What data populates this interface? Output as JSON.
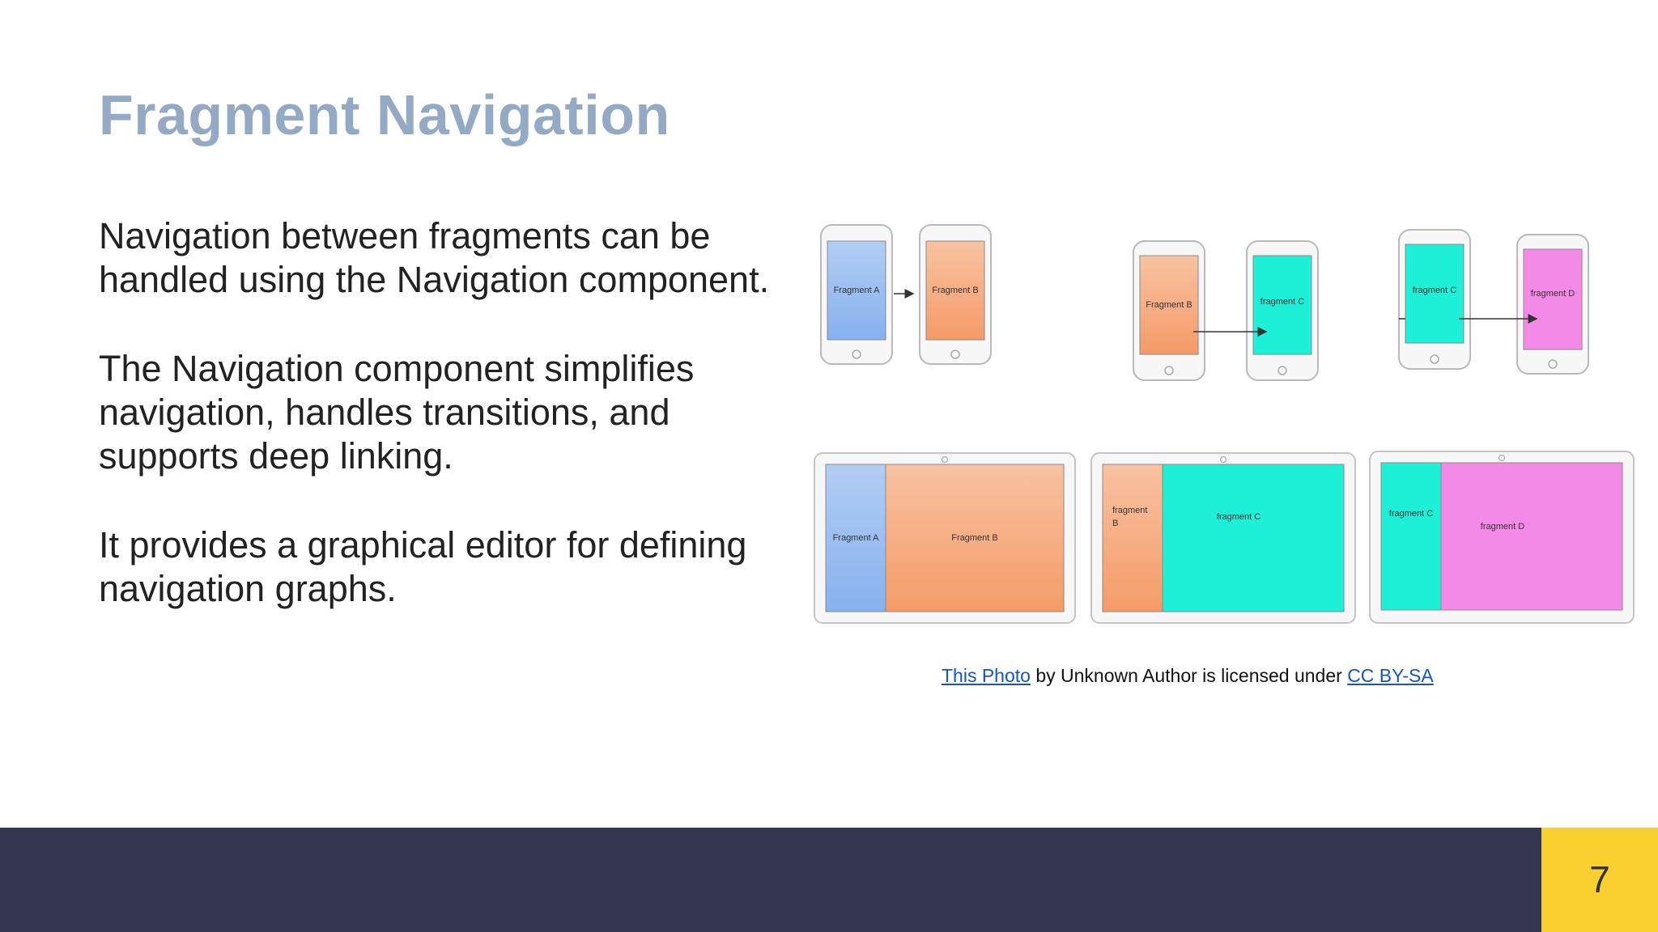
{
  "slide": {
    "title": "Fragment Navigation",
    "paragraphs": [
      "Navigation between fragments can be handled using the Navigation component.",
      "The Navigation component simplifies navigation, handles transitions, and supports deep linking.",
      "It provides a graphical editor for defining navigation graphs."
    ],
    "page_number": "7"
  },
  "figure": {
    "labels": {
      "fragment_a": "Fragment A",
      "fragment_b": "Fragment B",
      "fragment_c": "fragment C",
      "fragment_d": "fragment D",
      "fragment_b_split_1": "fragment",
      "fragment_b_split_2": "B"
    },
    "colors": {
      "fragment_a": "#8fb8f0",
      "fragment_b": "#f6a679",
      "fragment_c": "#1ef0d8",
      "fragment_d": "#f589e8"
    }
  },
  "attribution": {
    "photo_link": "This Photo",
    "middle_text": " by Unknown Author is licensed under ",
    "license_link": "CC BY-SA"
  },
  "theme": {
    "title_color": "#94aac4",
    "footer_color": "#353651",
    "page_box_color": "#f9d02f"
  }
}
